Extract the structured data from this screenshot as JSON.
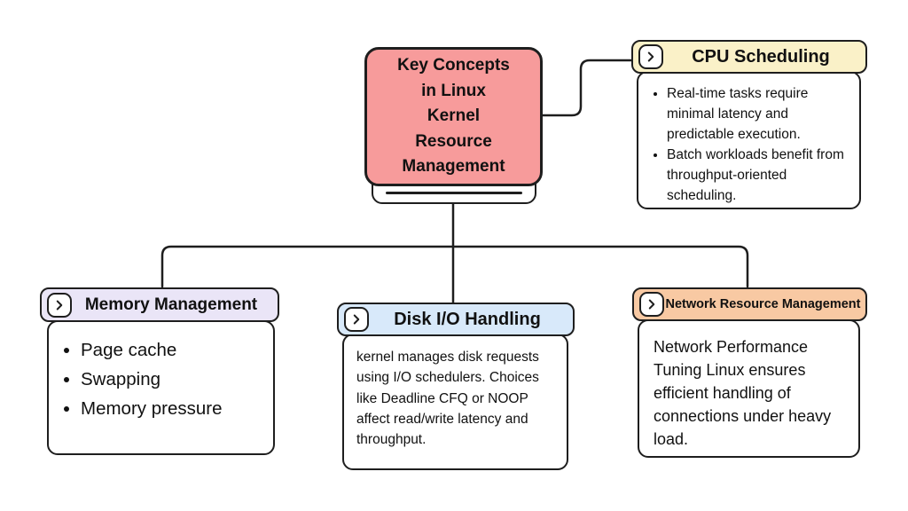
{
  "diagram_title": "Key Concepts in Linux Kernel Resource Management",
  "colors": {
    "root_fill": "#f79b9b",
    "cpu_header": "#faf1c8",
    "memory_header": "#eae5f7",
    "disk_header": "#d8e9fa",
    "network_header": "#f8c9a3",
    "line": "#1e1e1e",
    "background": "#ffffff",
    "text": "#111111"
  },
  "root": {
    "title": "Key Concepts\nin Linux\nKernel\nResource\nManagement",
    "fill": "#f79b9b"
  },
  "nodes": [
    {
      "id": "cpu-scheduling",
      "title": "CPU Scheduling",
      "header_color": "#faf1c8",
      "icon": "chevron-right",
      "bullets": [
        "Real-time tasks require minimal latency and predictable execution.",
        "Batch workloads benefit from throughput-oriented scheduling."
      ]
    },
    {
      "id": "memory-management",
      "title": "Memory Management",
      "header_color": "#eae5f7",
      "icon": "chevron-right",
      "bullets": [
        "Page cache",
        "Swapping",
        "Memory pressure"
      ]
    },
    {
      "id": "disk-io-handling",
      "title": "Disk I/O Handling",
      "header_color": "#d8e9fa",
      "icon": "chevron-right",
      "text": "kernel manages disk requests using I/O schedulers. Choices like Deadline CFQ or NOOP affect read/write latency and throughput."
    },
    {
      "id": "network-resource-management",
      "title": "Network Resource Management",
      "header_color": "#f8c9a3",
      "icon": "chevron-right",
      "text": "Network Performance Tuning Linux ensures efficient handling of connections under heavy load."
    }
  ]
}
